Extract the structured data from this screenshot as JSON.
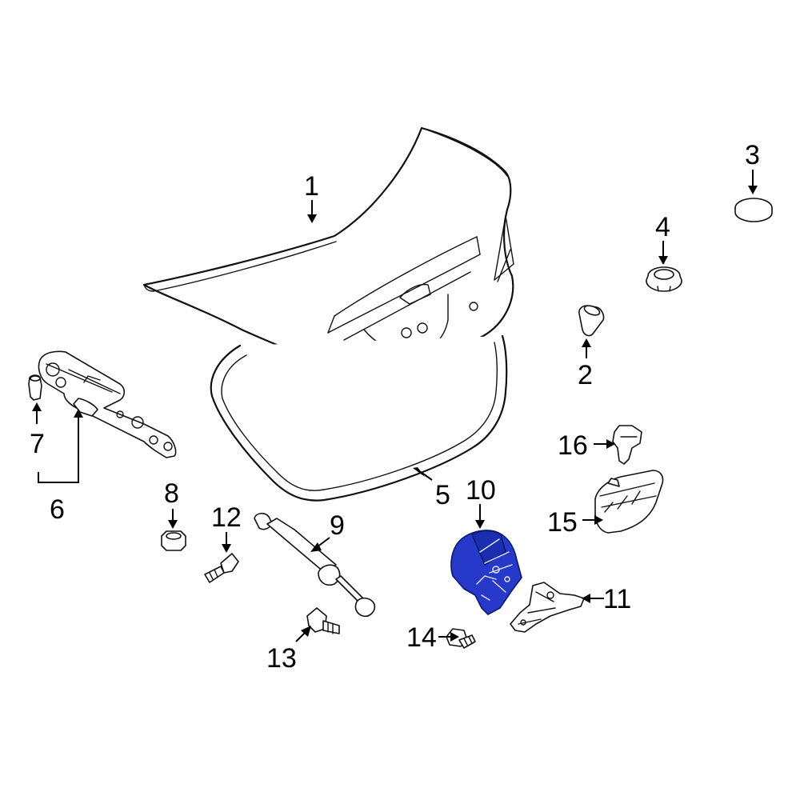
{
  "callouts": {
    "c1": "1",
    "c2": "2",
    "c3": "3",
    "c4": "4",
    "c5": "5",
    "c6": "6",
    "c7": "7",
    "c8": "8",
    "c9": "9",
    "c10": "10",
    "c11": "11",
    "c12": "12",
    "c13": "13",
    "c14": "14",
    "c15": "15",
    "c16": "16"
  },
  "colors": {
    "highlight_part": "#2639c9",
    "line": "#111111",
    "background": "#ffffff"
  }
}
